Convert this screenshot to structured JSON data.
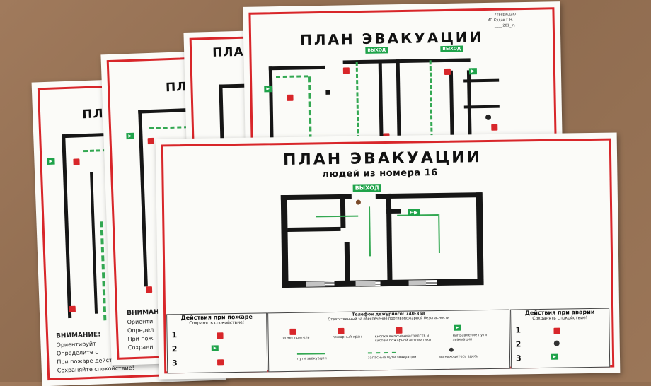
{
  "back_sheets": {
    "sheet1": {
      "title": "ПЛАН",
      "warning_title": "ВНИМАНИЕ!",
      "warning_lines": [
        "Ориентируйт",
        "Определите с",
        "При пожаре действовать по",
        "Сохраняйте спокойствие!"
      ]
    },
    "sheet2": {
      "title": "ПЛАН",
      "warning_lines": [
        "ВНИМАН",
        "Ориенти",
        "Определ",
        "При пож",
        "Сохрани"
      ]
    },
    "sheet3": {
      "title": "ПЛАН"
    },
    "sheet4": {
      "title": "ПЛАН ЭВАКУАЦИИ",
      "approval_line1": "Утверждаю",
      "approval_line2": "ИП Кудак Г.Н.",
      "approval_line3": "____ 201_ г.",
      "exit_label_1": "ВЫХОД",
      "exit_label_2": "ВЫХОД"
    }
  },
  "front_sheet": {
    "title": "ПЛАН ЭВАКУАЦИИ",
    "subtitle": "людей из номера 16",
    "exit_sign": "ВЫХОД",
    "left_panel": {
      "heading": "Действия при пожаре",
      "subheading": "Сохранять спокойствие!",
      "steps": [
        "1",
        "2",
        "3"
      ]
    },
    "middle_panel": {
      "phone_line": "Телефон дежурного: 740-368",
      "responsible_line": "Ответственный за обеспечение противопожарной безопасности",
      "legend_items": [
        "огнетушитель",
        "пожарный кран",
        "кнопка включения средств и систем пожарной автоматики",
        "направление пути эвакуации",
        "пути эвакуации",
        "запасные пути эвакуации",
        "вы находитесь здесь"
      ]
    },
    "right_panel": {
      "heading": "Действия при аварии",
      "subheading": "Сохранять спокойствие!",
      "steps": [
        "1",
        "2",
        "3"
      ]
    }
  },
  "colors": {
    "frame_red": "#d8262a",
    "route_green": "#33a852",
    "wall_black": "#161616",
    "background_wood": "#9b7658"
  }
}
